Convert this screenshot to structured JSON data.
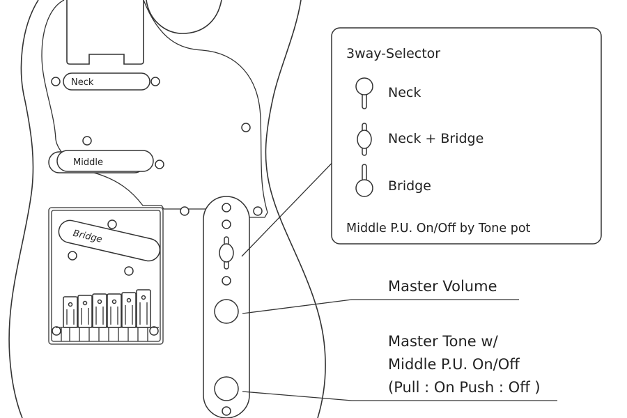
{
  "pickups": {
    "neck": "Neck",
    "middle": "Middle",
    "bridge": "Bridge"
  },
  "selector_box": {
    "title": "3way-Selector",
    "positions": [
      "Neck",
      "Neck + Bridge",
      "Bridge"
    ],
    "note": "Middle P.U.  On/Off  by Tone pot"
  },
  "callouts": {
    "volume": "Master Volume",
    "tone_lines": [
      "Master Tone w/",
      "Middle P.U. On/Off",
      "(Pull : On Push : Off )"
    ]
  }
}
